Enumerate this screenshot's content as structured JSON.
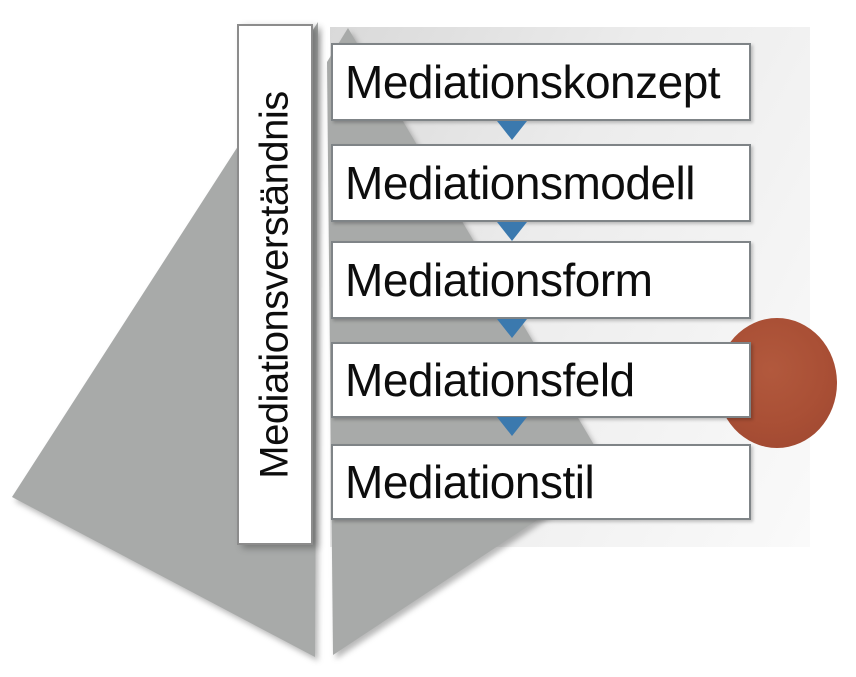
{
  "diagram": {
    "title_label": "Mediationsverständnis",
    "levels": [
      "Mediationskonzept",
      "Mediationsmodell",
      "Mediationsform",
      "Mediationsfeld",
      "Mediationstil"
    ]
  },
  "icons": {
    "arrow_down": "▼"
  },
  "colors": {
    "funnel_gray": "#a8aaa9",
    "arrow_blue": "#3b79ae",
    "accent_circle_red": "#a94f35",
    "box_border_gray": "#7f8487",
    "panel_light_gray": "#e9e9e9"
  }
}
